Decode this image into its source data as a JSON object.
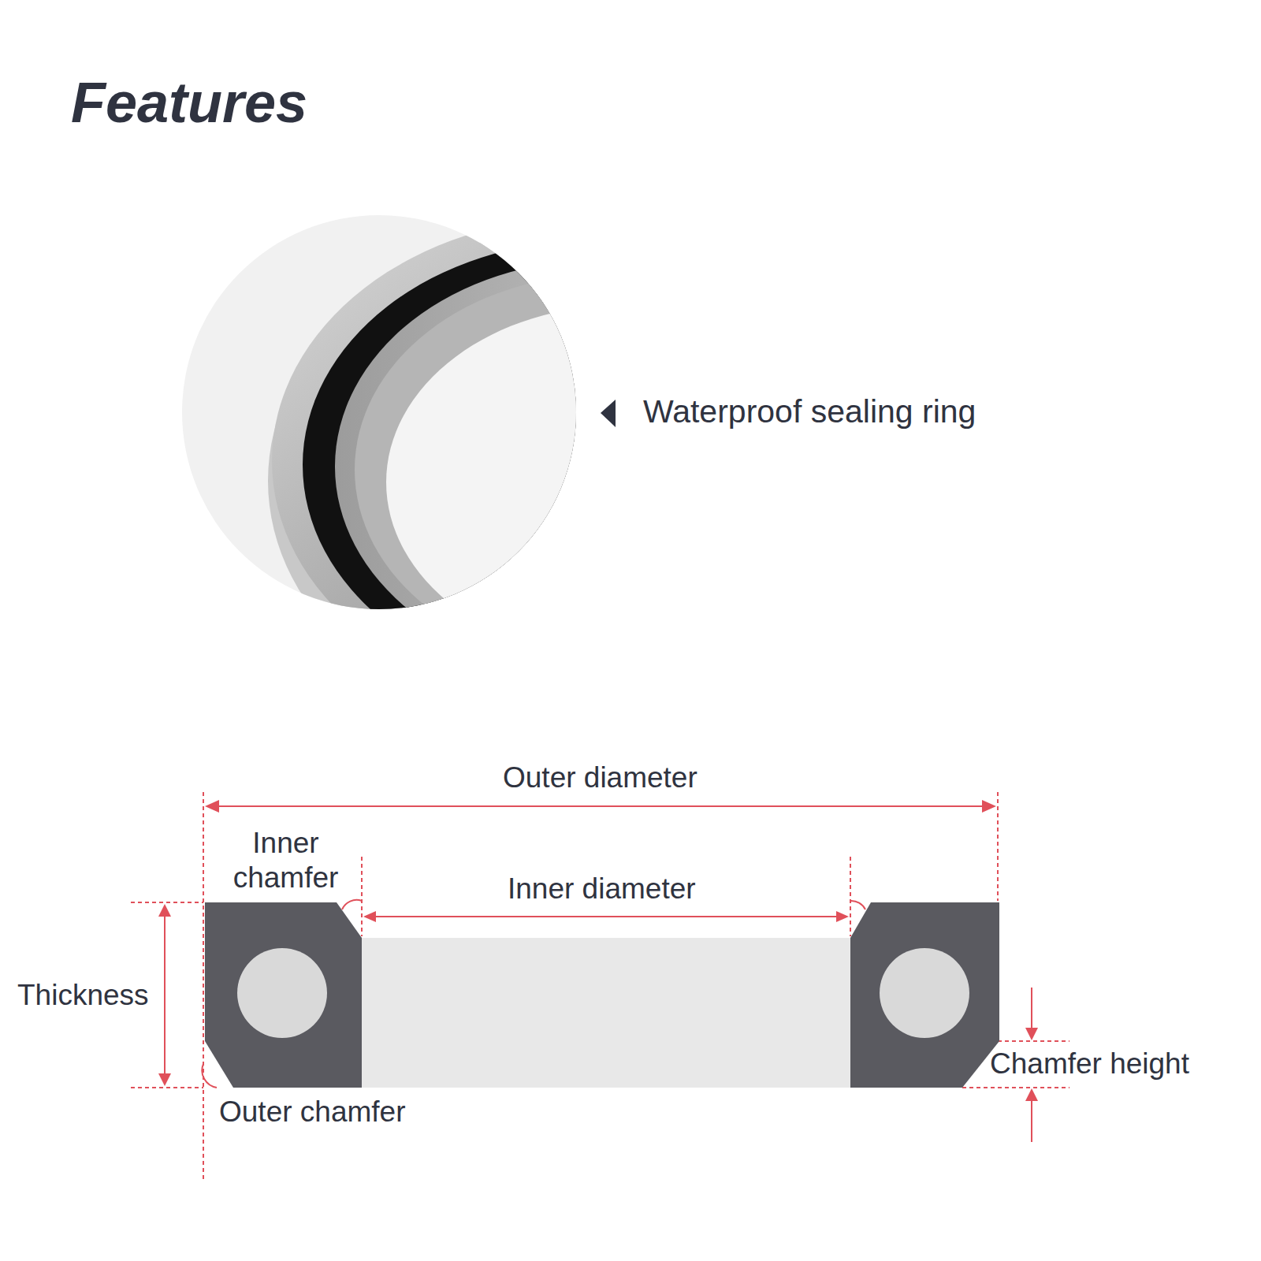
{
  "diagram": {
    "title": "Features",
    "labels": [
      "Waterproof sealing ring",
      "Outer diameter",
      "Inner chamfer",
      "Inner diameter",
      "Thickness",
      "Chamfer height",
      "Outer chamfer"
    ]
  }
}
